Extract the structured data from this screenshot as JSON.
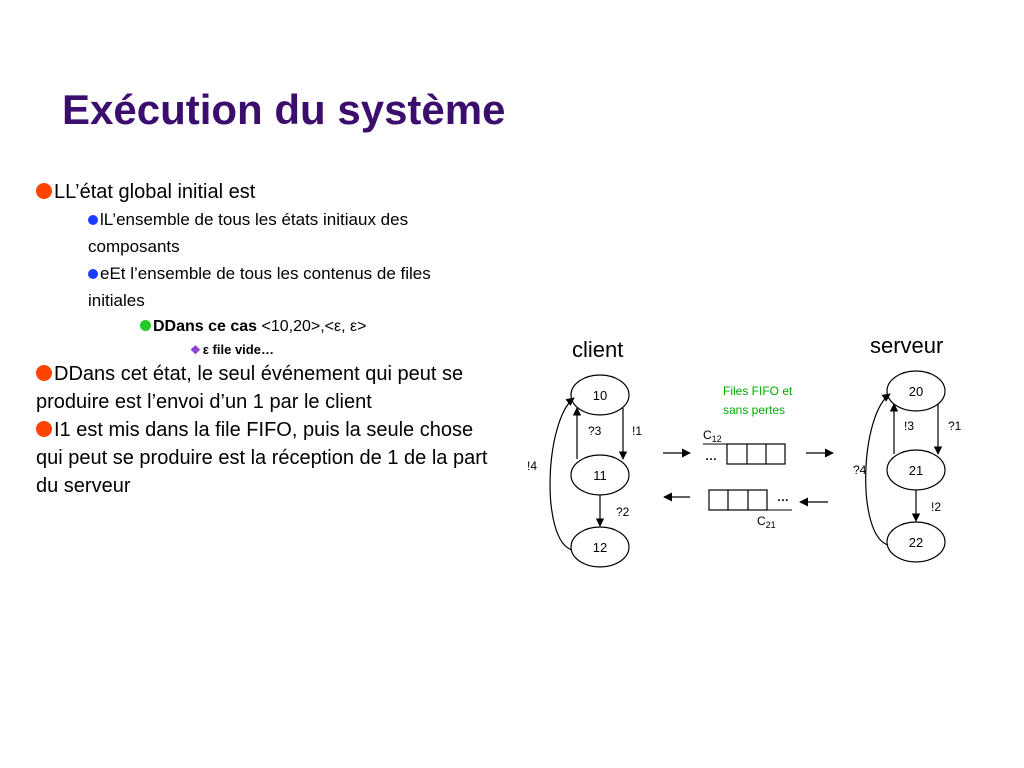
{
  "title": "Exécution du système",
  "bullets": {
    "b1": "LL’état global initial est",
    "b1_1a": "lL’ensemble de tous les états initiaux des",
    "b1_1b": "composants",
    "b1_2a": "eEt l’ensemble de tous les contenus de files",
    "b1_2b": "initiales",
    "b1_3_bold": "DDans ce cas",
    "b1_3_rest": " <10,20>,<ε, ε>",
    "b1_4": "ε file vide…",
    "b2a": "DDans cet état, le seul événement qui peut se",
    "b2b": "produire est l’envoi d’un 1 par le client",
    "b3a": "I1 est mis dans la file FIFO, puis la seule chose",
    "b3b": "qui peut se produire est la réception de 1 de la part",
    "b3c": "du serveur"
  },
  "diagram": {
    "client_label": "client",
    "server_label": "serveur",
    "fifo_note_1": "Files FIFO et",
    "fifo_note_2": "sans pertes",
    "c12": "C",
    "c12_sub": "12",
    "c21": "C",
    "c21_sub": "21",
    "ellipsis": "…",
    "client_states": [
      "10",
      "11",
      "12"
    ],
    "client_transitions": [
      "?3",
      "!1",
      "?2",
      "!4"
    ],
    "server_states": [
      "20",
      "21",
      "22"
    ],
    "server_transitions": [
      "!3",
      "?1",
      "?4",
      "!2"
    ],
    "fifo_note_color": "#00aa00"
  }
}
